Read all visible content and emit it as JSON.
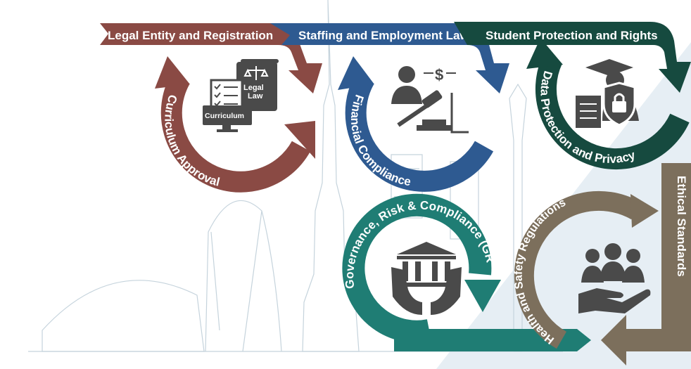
{
  "colors": {
    "legal": "#8a4a44",
    "staffing": "#2e5a91",
    "student": "#164a3f",
    "grc": "#1f7d74",
    "ethics": "#7c6f5c",
    "icon": "#4a4a4a",
    "skyline": "#c5d3dc"
  },
  "steps": {
    "legal_banner": "Legal Entity and Registration",
    "legal_circle": "Curriculum Approval",
    "staffing_banner": "Staffing and Employment Laws",
    "staffing_circle": "Financial Compliance",
    "student_banner": "Student Protection and Rights",
    "student_circle": "Data Protection and Privacy",
    "grc_circle": "Governance, Risk & Compliance (GRC):",
    "health_circle": "Health and Safety Regulations",
    "ethics_banner": "Ethical Standards"
  },
  "icons": {
    "legal_doc_line1": "Legal",
    "legal_doc_line2": "Law",
    "curriculum_label": "Curriculum",
    "dollar_sign": "$",
    "names": [
      "law-document-icon",
      "balance-scale-icon",
      "checklist-icon",
      "computer-icon",
      "business-person-icon",
      "gavel-icon",
      "graduate-icon",
      "shield-lock-icon",
      "document-icon",
      "bank-icon",
      "hands-icon",
      "people-group-icon",
      "caring-hand-icon"
    ]
  }
}
